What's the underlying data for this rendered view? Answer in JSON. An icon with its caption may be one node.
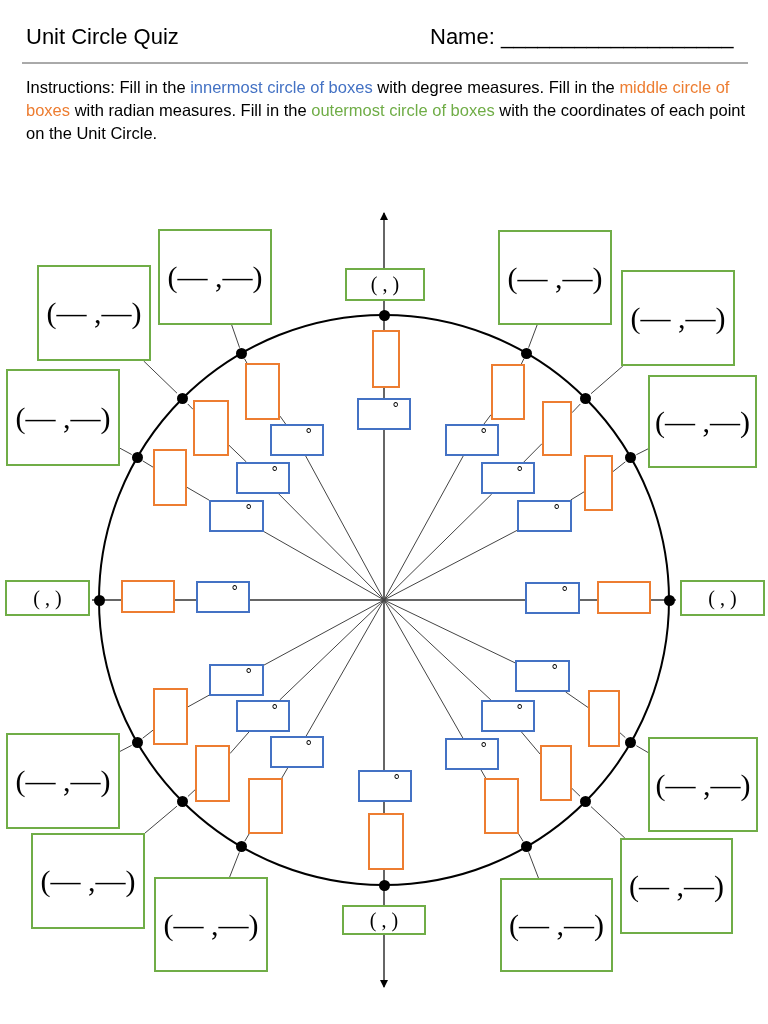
{
  "diagram": {
    "title": "Unit Circle Quiz",
    "nodes": [
      {
        "text": [
          "( , )"
        ]
      },
      {
        "text": [],
        "shape": "circle"
      },
      {
        "text": [],
        "shape": "box"
      },
      {
        "text": [
          "°"
        ]
      },
      {
        "text": [
          "(— ,—)"
        ]
      },
      {
        "text": [],
        "shape": "circle"
      },
      {
        "text": [],
        "shape": "box"
      },
      {
        "text": [
          "°"
        ]
      },
      {
        "text": [
          "(— ,—)"
        ]
      },
      {
        "text": [],
        "shape": "circle"
      },
      {
        "text": [],
        "shape": "box"
      },
      {
        "text": [
          "°"
        ]
      },
      {
        "text": [
          "(— ,—)"
        ]
      },
      {
        "text": [],
        "shape": "circle"
      },
      {
        "text": [],
        "shape": "box"
      },
      {
        "text": [
          "°"
        ]
      },
      {
        "text": [
          "( , )"
        ]
      },
      {
        "text": [],
        "shape": "circle"
      },
      {
        "text": [],
        "shape": "box"
      },
      {
        "text": [
          "°"
        ]
      },
      {
        "text": [
          "(— ,—)"
        ]
      },
      {
        "text": [],
        "shape": "circle"
      },
      {
        "text": [],
        "shape": "box"
      },
      {
        "text": [
          "°"
        ]
      },
      {
        "text": [
          "(— ,—)"
        ]
      },
      {
        "text": [],
        "shape": "circle"
      },
      {
        "text": [],
        "shape": "box"
      },
      {
        "text": [
          "°"
        ]
      },
      {
        "text": [
          "(— ,—)"
        ]
      },
      {
        "text": [],
        "shape": "circle"
      },
      {
        "text": [],
        "shape": "box"
      },
      {
        "text": [
          "°"
        ]
      },
      {
        "text": [
          "( , )"
        ]
      },
      {
        "text": [],
        "shape": "circle"
      },
      {
        "text": [],
        "shape": "box"
      },
      {
        "text": [
          "°"
        ]
      },
      {
        "text": [
          "(— ,—)"
        ]
      },
      {
        "text": [],
        "shape": "circle"
      },
      {
        "text": [],
        "shape": "box"
      },
      {
        "text": [
          "°"
        ]
      },
      {
        "text": [
          "(— ,—)"
        ]
      },
      {
        "text": [],
        "shape": "circle"
      },
      {
        "text": [],
        "shape": "box"
      },
      {
        "text": [
          "°"
        ]
      },
      {
        "text": [
          "(— ,—)"
        ]
      },
      {
        "text": [],
        "shape": "circle"
      },
      {
        "text": [],
        "shape": "box"
      },
      {
        "text": [
          "°"
        ]
      },
      {
        "text": [
          "( , )"
        ]
      },
      {
        "text": [],
        "shape": "circle"
      },
      {
        "text": [],
        "shape": "box"
      },
      {
        "text": [
          "°"
        ]
      },
      {
        "text": [
          "(— ,—)"
        ]
      },
      {
        "text": [],
        "shape": "circle"
      },
      {
        "text": [],
        "shape": "box"
      },
      {
        "text": [
          "°"
        ]
      },
      {
        "text": [
          "(— ,—)"
        ]
      },
      {
        "text": [],
        "shape": "circle"
      },
      {
        "text": [],
        "shape": "box"
      },
      {
        "text": [
          "°"
        ]
      },
      {
        "text": [
          "(— ,—)"
        ]
      },
      {
        "text": [],
        "shape": "circle"
      },
      {
        "text": [],
        "shape": "box"
      },
      {
        "text": [
          "°"
        ]
      }
    ],
    "edges": [
      {
        "from": null,
        "to": 7,
        "arrow": "none"
      },
      {
        "from": 7,
        "to": 6,
        "arrow": "none"
      },
      {
        "from": 6,
        "to": 5,
        "arrow": "none"
      },
      {
        "from": 5,
        "to": 4,
        "arrow": "none"
      },
      {
        "from": null,
        "to": 11,
        "arrow": "none"
      },
      {
        "from": 11,
        "to": 10,
        "arrow": "none"
      },
      {
        "from": 10,
        "to": 9,
        "arrow": "none"
      },
      {
        "from": 9,
        "to": 8,
        "arrow": "none"
      },
      {
        "from": null,
        "to": 15,
        "arrow": "none"
      },
      {
        "from": 15,
        "to": 14,
        "arrow": "none"
      },
      {
        "from": 14,
        "to": 13,
        "arrow": "none"
      },
      {
        "from": 13,
        "to": 12,
        "arrow": "none"
      },
      {
        "from": null,
        "to": 23,
        "arrow": "none"
      },
      {
        "from": 23,
        "to": 22,
        "arrow": "none"
      },
      {
        "from": 22,
        "to": 21,
        "arrow": "none"
      },
      {
        "from": 21,
        "to": 20,
        "arrow": "none"
      },
      {
        "from": null,
        "to": 27,
        "arrow": "none"
      },
      {
        "from": 27,
        "to": 26,
        "arrow": "none"
      },
      {
        "from": 26,
        "to": 25,
        "arrow": "none"
      },
      {
        "from": 25,
        "to": 24,
        "arrow": "none"
      },
      {
        "from": null,
        "to": 31,
        "arrow": "none"
      },
      {
        "from": 31,
        "to": 30,
        "arrow": "none"
      },
      {
        "from": 30,
        "to": 29,
        "arrow": "none"
      },
      {
        "from": 29,
        "to": 28,
        "arrow": "none"
      },
      {
        "from": null,
        "to": 39,
        "arrow": "none"
      },
      {
        "from": 39,
        "to": 38,
        "arrow": "none"
      },
      {
        "from": 38,
        "to": 37,
        "arrow": "none"
      },
      {
        "from": 37,
        "to": 36,
        "arrow": "none"
      },
      {
        "from": null,
        "to": 43,
        "arrow": "none"
      },
      {
        "from": 43,
        "to": 42,
        "arrow": "none"
      },
      {
        "from": 42,
        "to": 41,
        "arrow": "none"
      },
      {
        "from": 41,
        "to": 40,
        "arrow": "none"
      },
      {
        "from": null,
        "to": 47,
        "arrow": "none"
      },
      {
        "from": 47,
        "to": 46,
        "arrow": "none"
      },
      {
        "from": 46,
        "to": 45,
        "arrow": "none"
      },
      {
        "from": 45,
        "to": 44,
        "arrow": "none"
      },
      {
        "from": null,
        "to": 55,
        "arrow": "none"
      },
      {
        "from": 55,
        "to": 54,
        "arrow": "none"
      },
      {
        "from": 54,
        "to": 53,
        "arrow": "none"
      },
      {
        "from": 53,
        "to": 52,
        "arrow": "none"
      },
      {
        "from": null,
        "to": 59,
        "arrow": "none"
      },
      {
        "from": 59,
        "to": 58,
        "arrow": "none"
      },
      {
        "from": 58,
        "to": 57,
        "arrow": "none"
      },
      {
        "from": 57,
        "to": 56,
        "arrow": "none"
      },
      {
        "from": null,
        "to": 63,
        "arrow": "none"
      },
      {
        "from": 63,
        "to": 62,
        "arrow": "none"
      },
      {
        "from": 62,
        "to": 61,
        "arrow": "none"
      },
      {
        "from": 61,
        "to": 60,
        "arrow": "none"
      }
    ],
    "labels": [
      "Name: ___________________",
      "Instructions: Fill in the",
      "innermost circle of boxes",
      "with degree measures. Fill in the",
      "middle circle of boxes",
      "with radian measures. Fill in the",
      "outermost circle of boxes",
      "with the coordinates of each point on the Unit Circle."
    ]
  }
}
